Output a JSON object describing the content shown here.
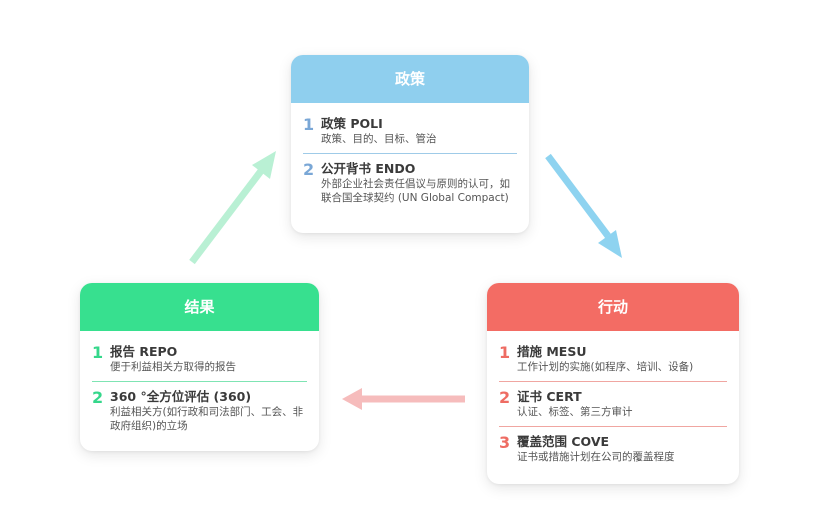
{
  "colors": {
    "policy_header": "#8fcfee",
    "action_header": "#f36c64",
    "result_header": "#37e08f",
    "arrow_green": "#b9f0d4",
    "arrow_blue": "#8ed3f0",
    "arrow_pink": "#f6bcbc"
  },
  "policy": {
    "header": "政策",
    "items": [
      {
        "num": "1",
        "title": "政策 POLI",
        "desc": "政策、目的、目标、管治"
      },
      {
        "num": "2",
        "title": "公开背书 ENDO",
        "desc": "外部企业社会责任倡议与原则的认可，如联合国全球契约 (UN Global Compact)"
      }
    ]
  },
  "action": {
    "header": "行动",
    "items": [
      {
        "num": "1",
        "title": "措施 MESU",
        "desc": "工作计划的实施(如程序、培训、设备)"
      },
      {
        "num": "2",
        "title": "证书 CERT",
        "desc": "认证、标签、第三方审计"
      },
      {
        "num": "3",
        "title": "覆盖范围 COVE",
        "desc": "证书或措施计划在公司的覆盖程度"
      }
    ]
  },
  "result": {
    "header": "结果",
    "items": [
      {
        "num": "1",
        "title": "报告 REPO",
        "desc": "便于利益相关方取得的报告"
      },
      {
        "num": "2",
        "title": "360 °全方位评估 (360)",
        "desc": "利益相关方(如行政和司法部门、工会、非政府组织)的立场"
      }
    ]
  }
}
